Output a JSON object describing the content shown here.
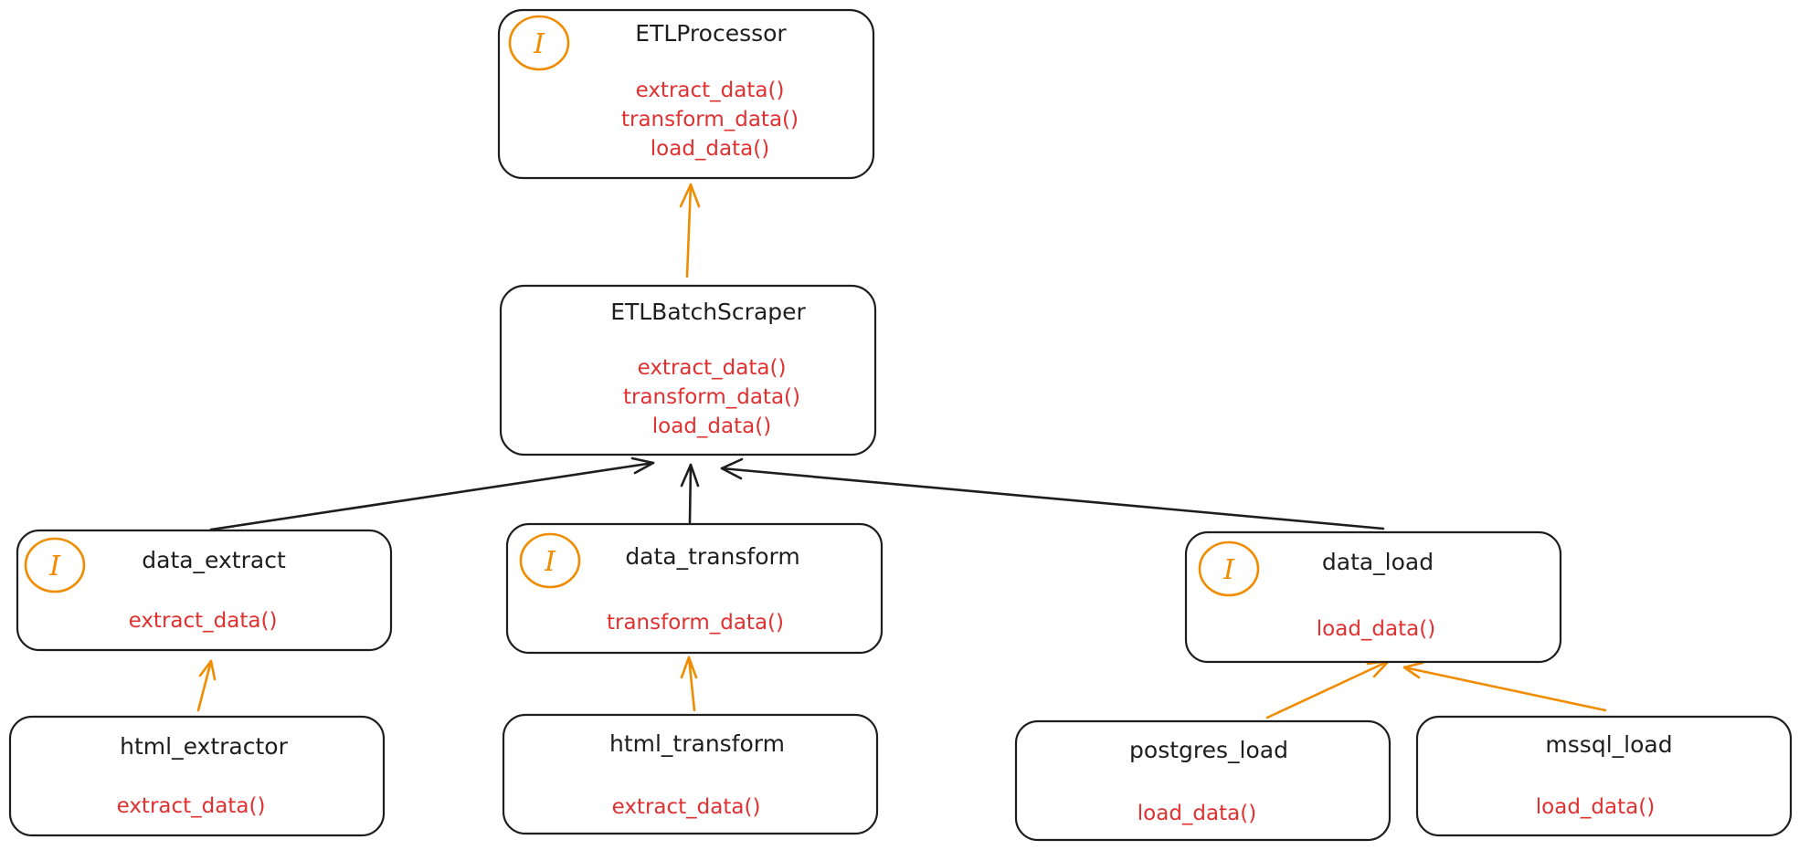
{
  "colors": {
    "box_stroke": "#1e1e1e",
    "title_text": "#1e1e1e",
    "method_text": "#e03131",
    "interface_accent": "#f08c00",
    "implements_arrow": "#f08c00",
    "uses_arrow": "#1e1e1e",
    "background": "#ffffff"
  },
  "interface_marker": {
    "icon": "interface-icon",
    "glyph": "I"
  },
  "nodes": {
    "etl_processor": {
      "title": "ETLProcessor",
      "is_interface": true,
      "methods": [
        "extract_data()",
        "transform_data()",
        "load_data()"
      ]
    },
    "etl_batch_scraper": {
      "title": "ETLBatchScraper",
      "is_interface": false,
      "methods": [
        "extract_data()",
        "transform_data()",
        "load_data()"
      ]
    },
    "data_extract": {
      "title": "data_extract",
      "is_interface": true,
      "methods": [
        "extract_data()"
      ]
    },
    "data_transform": {
      "title": "data_transform",
      "is_interface": true,
      "methods": [
        "transform_data()"
      ]
    },
    "data_load": {
      "title": "data_load",
      "is_interface": true,
      "methods": [
        "load_data()"
      ]
    },
    "html_extractor": {
      "title": "html_extractor",
      "is_interface": false,
      "methods": [
        "extract_data()"
      ]
    },
    "html_transform": {
      "title": "html_transform",
      "is_interface": false,
      "methods": [
        "extract_data()"
      ]
    },
    "postgres_load": {
      "title": "postgres_load",
      "is_interface": false,
      "methods": [
        "load_data()"
      ]
    },
    "mssql_load": {
      "title": "mssql_load",
      "is_interface": false,
      "methods": [
        "load_data()"
      ]
    }
  },
  "edges": [
    {
      "from": "etl_batch_scraper",
      "to": "etl_processor",
      "kind": "implements",
      "color": "#f08c00"
    },
    {
      "from": "data_extract",
      "to": "etl_batch_scraper",
      "kind": "uses",
      "color": "#1e1e1e"
    },
    {
      "from": "data_transform",
      "to": "etl_batch_scraper",
      "kind": "uses",
      "color": "#1e1e1e"
    },
    {
      "from": "data_load",
      "to": "etl_batch_scraper",
      "kind": "uses",
      "color": "#1e1e1e"
    },
    {
      "from": "html_extractor",
      "to": "data_extract",
      "kind": "implements",
      "color": "#f08c00"
    },
    {
      "from": "html_transform",
      "to": "data_transform",
      "kind": "implements",
      "color": "#f08c00"
    },
    {
      "from": "postgres_load",
      "to": "data_load",
      "kind": "implements",
      "color": "#f08c00"
    },
    {
      "from": "mssql_load",
      "to": "data_load",
      "kind": "implements",
      "color": "#f08c00"
    }
  ]
}
